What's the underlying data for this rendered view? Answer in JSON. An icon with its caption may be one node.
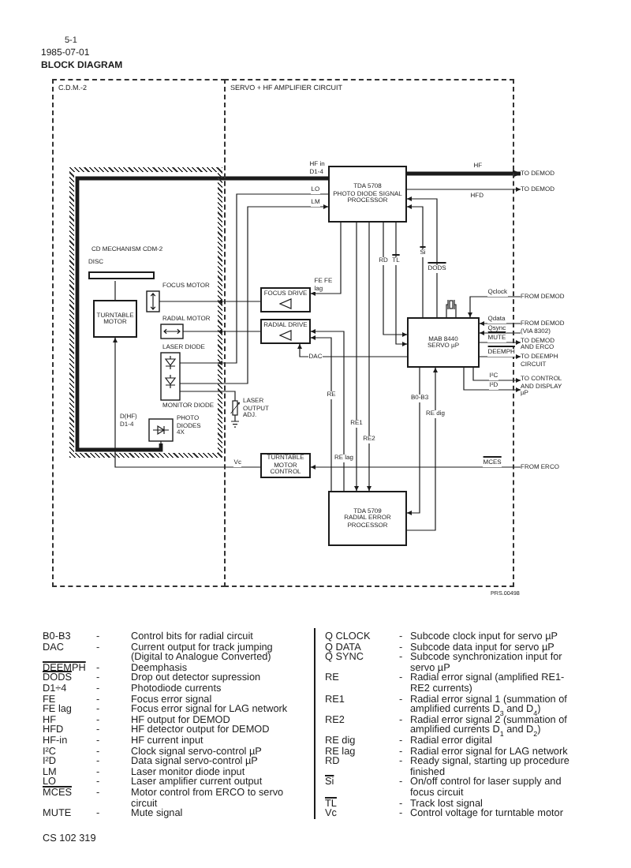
{
  "diagram": {
    "title": "BLOCK DIAGRAM",
    "nodes": [
      {
        "text": [
          "C.D.M.-2"
        ]
      },
      {
        "text": [
          "SERVO + HF AMPLIFIER CIRCUIT"
        ]
      },
      {
        "text": [
          "CD MECHANISM CDM-2"
        ],
        "in": 0
      },
      {
        "text": [
          "DISC"
        ],
        "in": 2
      },
      {
        "text": [
          "TURNTABLE MOTOR"
        ],
        "in": 2
      },
      {
        "text": [
          "FOCUS MOTOR"
        ],
        "in": 2
      },
      {
        "text": [
          "RADIAL MOTOR"
        ],
        "in": 2
      },
      {
        "text": [
          "LASER DIODE",
          "MONITOR DIODE"
        ],
        "in": 2
      },
      {
        "text": [
          "PHOTO DIODES 4X"
        ],
        "beside": [
          "D(HF) D1-4"
        ],
        "in": 2
      },
      {
        "text": [
          "LASER OUTPUT ADJ."
        ],
        "in": 1
      },
      {
        "text": [
          "FOCUS DRIVE"
        ],
        "in": 1
      },
      {
        "text": [
          "RADIAL DRIVE"
        ],
        "in": 1
      },
      {
        "text": [
          "TDA 5708",
          "PHOTO DIODE SIGNAL PROCESSOR"
        ],
        "in": 1
      },
      {
        "text": [
          "MAB 8440",
          "SERVO µP"
        ],
        "in": 1
      },
      {
        "text": [
          "TURNTABLE MOTOR CONTROL"
        ],
        "in": 1
      },
      {
        "text": [
          "TDA 5709",
          "RADIAL ERROR PROCESSOR"
        ],
        "in": 1
      },
      {
        "text": [
          "TO DEMOD"
        ]
      },
      {
        "text": [
          "TO DEMOD"
        ]
      },
      {
        "text": [
          "FROM DEMOD"
        ]
      },
      {
        "text": [
          "FROM DEMOD (VIA 8302)"
        ]
      },
      {
        "text": [
          "TO DEMOD AND ERCO"
        ]
      },
      {
        "text": [
          "TO DEEMPH CIRCUIT"
        ]
      },
      {
        "text": [
          "TO CONTROL AND DISPLAY µP"
        ]
      },
      {
        "text": [
          "FROM ERCO"
        ]
      }
    ],
    "edges": [
      {
        "from": 8,
        "to": 12,
        "arrow": "none",
        "label": "HF in D1-4",
        "style": "thick"
      },
      {
        "from": 12,
        "to": 7,
        "arrow": "to",
        "label": "LO"
      },
      {
        "from": 7,
        "to": 12,
        "arrow": "to",
        "label": "LM"
      },
      {
        "from": 9,
        "to": 7,
        "arrow": "none"
      },
      {
        "from": 12,
        "to": 16,
        "arrow": "to",
        "label": "HF",
        "style": "thick"
      },
      {
        "from": 12,
        "to": 17,
        "arrow": "to",
        "label": "HFD"
      },
      {
        "from": 12,
        "to": 10,
        "arrow": "to",
        "label": "FE FE lag"
      },
      {
        "from": 10,
        "to": 5,
        "arrow": "to"
      },
      {
        "from": 11,
        "to": 6,
        "arrow": "to"
      },
      {
        "from": 12,
        "to": 15,
        "arrow": "to",
        "label": "RE1"
      },
      {
        "from": 12,
        "to": 15,
        "arrow": "to",
        "label": "RE2"
      },
      {
        "from": 12,
        "to": 13,
        "arrow": "to",
        "label": "RD"
      },
      {
        "from": 12,
        "to": 13,
        "arrow": "to",
        "label": "TL"
      },
      {
        "from": 13,
        "to": 12,
        "arrow": "to",
        "label": "Si"
      },
      {
        "from": 13,
        "to": 12,
        "arrow": "to",
        "label": "DODS"
      },
      {
        "from": 15,
        "to": 11,
        "arrow": "to",
        "label": "RE"
      },
      {
        "from": 15,
        "to": 11,
        "arrow": "to",
        "label": "RE lag"
      },
      {
        "from": 13,
        "to": 11,
        "arrow": "to",
        "label": "DAC"
      },
      {
        "from": 13,
        "to": 15,
        "arrow": "to",
        "label": "B0-B3"
      },
      {
        "from": 15,
        "to": 13,
        "arrow": "to",
        "label": "RE dig"
      },
      {
        "from": 18,
        "to": 13,
        "arrow": "to",
        "label": "Qclock"
      },
      {
        "from": 19,
        "to": 13,
        "arrow": "to",
        "label": "Qdata"
      },
      {
        "from": 19,
        "to": 13,
        "arrow": "to",
        "label": "Qsync"
      },
      {
        "from": 13,
        "to": 20,
        "arrow": "to",
        "label": "MUTE"
      },
      {
        "from": 13,
        "to": 21,
        "arrow": "to",
        "label": "DEEMPH"
      },
      {
        "from": 13,
        "to": 22,
        "arrow": "to",
        "label": "I²C"
      },
      {
        "from": 13,
        "to": 22,
        "arrow": "to",
        "label": "I²D"
      },
      {
        "from": 23,
        "to": 14,
        "arrow": "to",
        "label": "MCES"
      },
      {
        "from": 14,
        "to": 4,
        "arrow": "to",
        "label": "Vc"
      },
      {
        "from": 4,
        "to": 3,
        "arrow": "none"
      }
    ],
    "labels": [
      "5-1",
      "1985-07-01",
      "PRS.00498",
      "B0-B3",
      "-",
      "Control bits for radial circuit",
      "DAC",
      "-",
      "Current output for track jumping (Digital to Analogue Converted)",
      "DEEMPH",
      "-",
      "Deemphasis",
      "DODS",
      "-",
      "Drop out detector supression",
      "D1÷4",
      "-",
      "Photodiode currents",
      "FE",
      "-",
      "Focus error signal",
      "FE lag",
      "-",
      "Focus error signal for LAG network",
      "HF",
      "-",
      "HF output for DEMOD",
      "HFD",
      "-",
      "HF detector output for DEMOD",
      "HF-in",
      "-",
      "HF current input",
      "I²C",
      "-",
      "Clock signal servo-control µP",
      "I²D",
      "-",
      "Data signal servo-control µP",
      "LM",
      "-",
      "Laser monitor diode input",
      "LO",
      "-",
      "Laser amplifier current output",
      "MCES",
      "-",
      "Motor control from ERCO to servo circuit",
      "MUTE",
      "-",
      "Mute signal",
      "Q CLOCK",
      "-",
      "Subcode clock input for servo µP",
      "Q DATA",
      "-",
      "Subcode data input for servo µP",
      "Q SYNC",
      "-",
      "Subcode synchronization input for servo µP",
      "RE",
      "-",
      "Radial error signal (amplified RE1-RE2 currents)",
      "RE1",
      "-",
      "Radial error signal 1 (summation of amplified currents D$_{3}$ and D$_{4}$)",
      "RE2",
      "-",
      "Radial error signal 2 (summation of amplified currents D$_{1}$ and D$_{2}$)",
      "RE dig",
      "-",
      "Radial error digital",
      "RE lag",
      "-",
      "Radial error signal for LAG network",
      "RD",
      "-",
      "Ready signal, starting up procedure finished",
      "Si",
      "-",
      "On/off control for laser supply and focus circuit",
      "TL",
      "-",
      "Track lost signal",
      "Vc",
      "-",
      "Control voltage for turntable motor",
      "CS 102 319"
    ]
  }
}
